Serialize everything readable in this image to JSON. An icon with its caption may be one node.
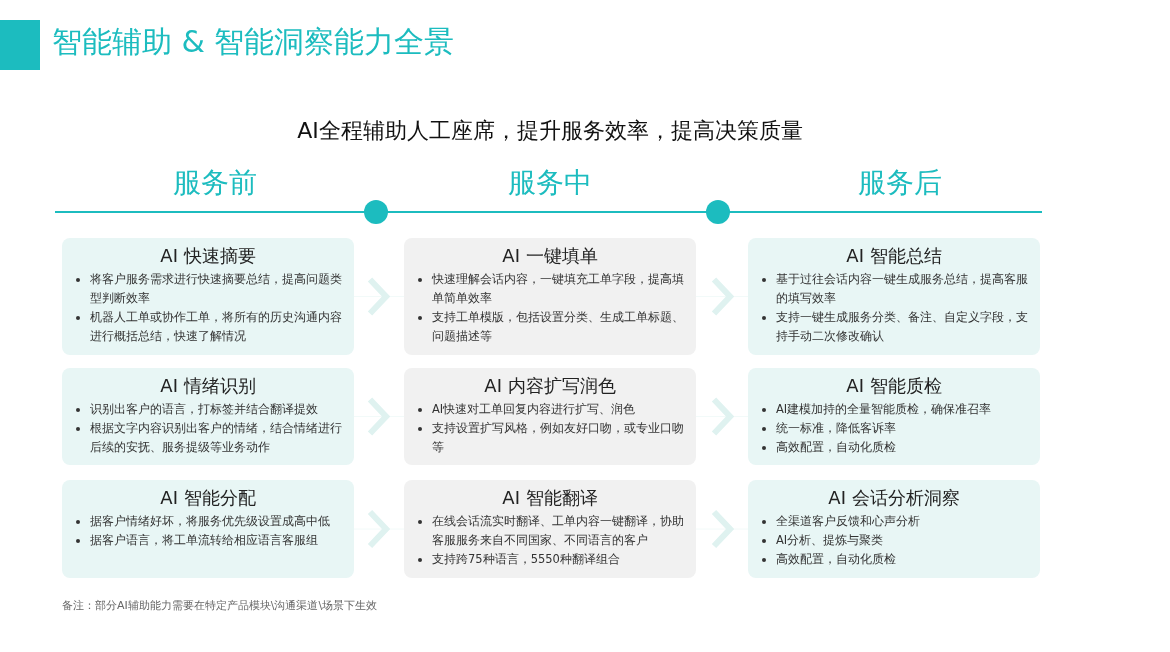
{
  "diagram": {
    "title": "智能辅助 & 智能洞察能力全景",
    "nodes": [
      {
        "text": [
          "AI 快速摘要",
          "将客户服务需求进行快速摘要总结，提高问题类型判断效率",
          "机器人工单或协作工单，将所有的历史沟通内容进行概括总结，快速了解情况"
        ]
      },
      {
        "text": [
          "AI 情绪识别",
          "识别出客户的语言，打标签并结合翻译提效",
          "根据文字内容识别出客户的情绪，结合情绪进行后续的安抚、服务提级等业务动作"
        ]
      },
      {
        "text": [
          "AI 智能分配",
          "据客户情绪好坏，将服务优先级设置成高中低",
          "据客户语言，将工单流转给相应语言客服组"
        ]
      },
      {
        "text": [
          "AI 一键填单",
          "快速理解会话内容，一键填充工单字段，提高填单简单效率",
          "支持工单模版，包括设置分类、生成工单标题、问题描述等"
        ]
      },
      {
        "text": [
          "AI 内容扩写润色",
          "AI快速对工单回复内容进行扩写、润色",
          "支持设置扩写风格，例如友好口吻，或专业口吻等"
        ]
      },
      {
        "text": [
          "AI 智能翻译",
          "在线会话流实时翻译、工单内容一键翻译，协助客服服务来自不同国家、不同语言的客户",
          "支持跨75种语言，5550种翻译组合"
        ]
      },
      {
        "text": [
          "AI 智能总结",
          "基于过往会话内容一键生成服务总结，提高客服的填写效率",
          "支持一键生成服务分类、备注、自定义字段，支持手动二次修改确认"
        ]
      },
      {
        "text": [
          "AI 智能质检",
          "AI建模加持的全量智能质检，确保准召率",
          "统一标准，降低客诉率",
          "高效配置，自动化质检"
        ]
      },
      {
        "text": [
          "AI 会话分析洞察",
          "全渠道客户反馈和心声分析",
          "AI分析、提炼与聚类",
          "高效配置，自动化质检"
        ]
      }
    ],
    "edges": [
      {
        "from": 0,
        "to": 3,
        "arrow": "to"
      },
      {
        "from": 3,
        "to": 6,
        "arrow": "to"
      },
      {
        "from": 1,
        "to": 4,
        "arrow": "to"
      },
      {
        "from": 4,
        "to": 7,
        "arrow": "to"
      },
      {
        "from": 2,
        "to": 5,
        "arrow": "to"
      },
      {
        "from": 5,
        "to": 8,
        "arrow": "to"
      }
    ],
    "labels": [
      "AI全程辅助人工座席，提升服务效率，提高决策质量",
      "服务前",
      "服务中",
      "服务后",
      "备注：部分AI辅助能力需要在特定产品模块\\沟通渠道\\场景下生效"
    ]
  }
}
